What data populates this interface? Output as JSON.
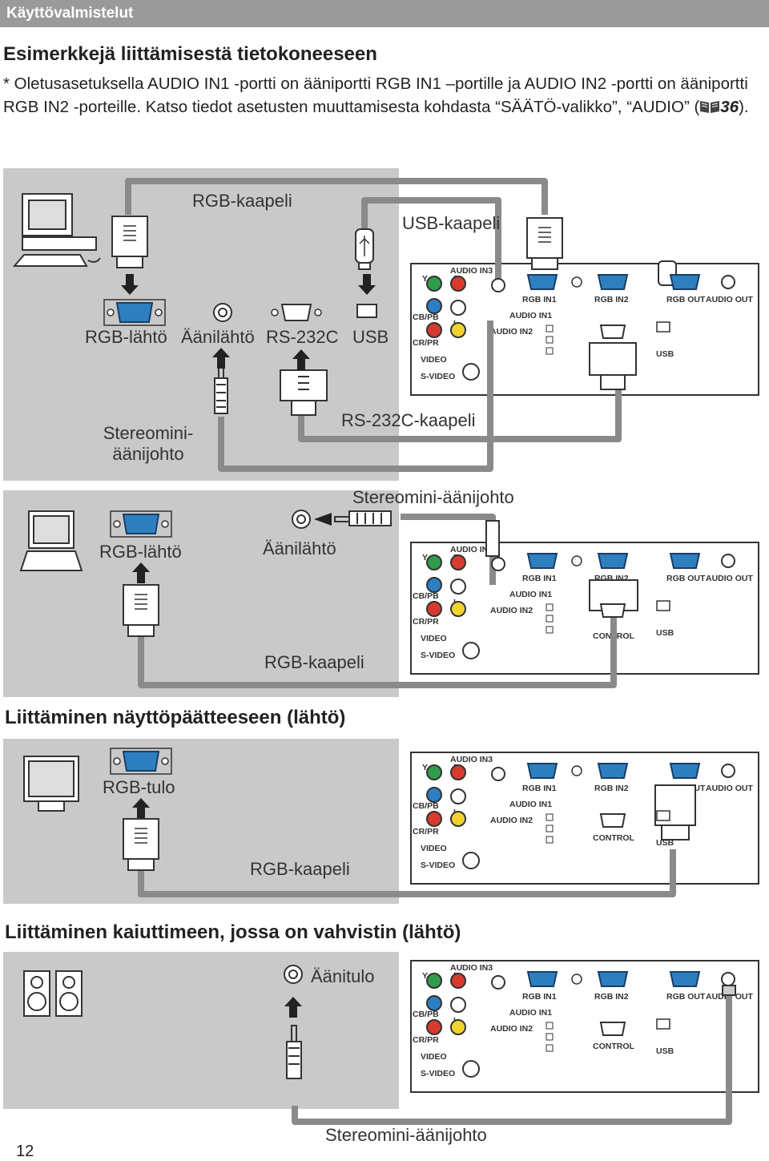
{
  "header": {
    "section_title": "Käyttövalmistelut"
  },
  "main_heading": "Esimerkkejä liittämisestä tietokoneeseen",
  "intro": {
    "text_before_ref": "* Oletusasetuksella AUDIO IN1 -portti on ääniportti RGB IN1 –portille ja AUDIO IN2 -portti on ääniportti RGB IN2 -porteille. Katso tiedot asetusten muuttamisesta kohdasta “SÄÄTÖ-valikko”, “AUDIO” (",
    "ref_page": "36",
    "text_after_ref": ")."
  },
  "diagram1": {
    "rgb_cable": "RGB-kaapeli",
    "usb_cable": "USB-kaapeli",
    "rgb_out": "RGB-lähtö",
    "audio_out": "Äänilähtö",
    "rs232c": "RS-232C",
    "usb": "USB",
    "stereo_line1": "Stereomini-",
    "stereo_line2": "äänijohto",
    "rs232c_cable": "RS-232C-kaapeli"
  },
  "diagram2": {
    "stereo_cable": "Stereomini-äänijohto",
    "rgb_out": "RGB-lähtö",
    "audio_out": "Äänilähtö",
    "rgb_cable": "RGB-kaapeli"
  },
  "section_monitor": "Liittäminen näyttöpäätteeseen (lähtö)",
  "diagram3": {
    "rgb_in": "RGB-tulo",
    "rgb_cable": "RGB-kaapeli"
  },
  "section_speaker": "Liittäminen kaiuttimeen, jossa on vahvistin (lähtö)",
  "diagram4": {
    "audio_in": "Äänitulo",
    "stereo_cable": "Stereomini-äänijohto"
  },
  "projector_panel": {
    "y": "Y",
    "audio_in3": "AUDIO IN3",
    "r": "R",
    "l": "L",
    "cb_pb": "CB/PB",
    "cr_pr": "CR/PR",
    "video": "VIDEO",
    "s_video": "S-VIDEO",
    "rgb_in1": "RGB IN1",
    "rgb_in2": "RGB IN2",
    "rgb_out": "RGB OUT",
    "audio_out": "AUDIO OUT",
    "audio_in1": "AUDIO IN1",
    "audio_in2": "AUDIO IN2",
    "control": "CONTROL",
    "usb": "USB"
  },
  "page_number": "12"
}
